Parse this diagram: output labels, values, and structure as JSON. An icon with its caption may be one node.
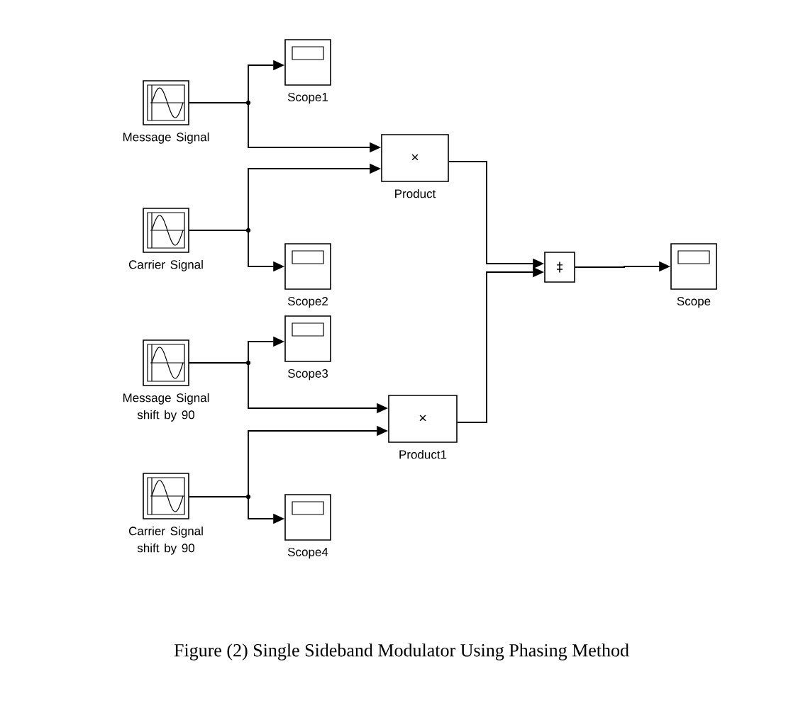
{
  "diagram": {
    "caption": "Figure (2) Single Sideband Modulator Using Phasing Method",
    "nodes": [
      {
        "text": [
          "Message Signal"
        ]
      },
      {
        "text": [
          "Scope1"
        ]
      },
      {
        "text": [
          "×",
          "Product"
        ]
      },
      {
        "text": [
          "Carrier Signal"
        ]
      },
      {
        "text": [
          "Scope2"
        ]
      },
      {
        "text": [
          "‡"
        ]
      },
      {
        "text": [
          "Scope"
        ]
      },
      {
        "text": [
          "Message Signal shift by 90"
        ]
      },
      {
        "text": [
          "Scope3"
        ]
      },
      {
        "text": [
          "×",
          "Product1"
        ]
      },
      {
        "text": [
          "Carrier Signal shift by 90"
        ]
      },
      {
        "text": [
          "Scope4"
        ]
      }
    ],
    "edges": [
      {
        "from": 0,
        "to": 1,
        "arrow": "to"
      },
      {
        "from": 0,
        "to": 2,
        "arrow": "to"
      },
      {
        "from": 3,
        "to": 2,
        "arrow": "to"
      },
      {
        "from": 3,
        "to": 4,
        "arrow": "to"
      },
      {
        "from": 2,
        "to": 5,
        "arrow": "to"
      },
      {
        "from": 5,
        "to": 6,
        "arrow": "to"
      },
      {
        "from": 7,
        "to": 8,
        "arrow": "to"
      },
      {
        "from": 7,
        "to": 9,
        "arrow": "to"
      },
      {
        "from": 10,
        "to": 9,
        "arrow": "to"
      },
      {
        "from": 10,
        "to": 11,
        "arrow": "to"
      },
      {
        "from": 9,
        "to": 5,
        "arrow": "to"
      }
    ]
  }
}
